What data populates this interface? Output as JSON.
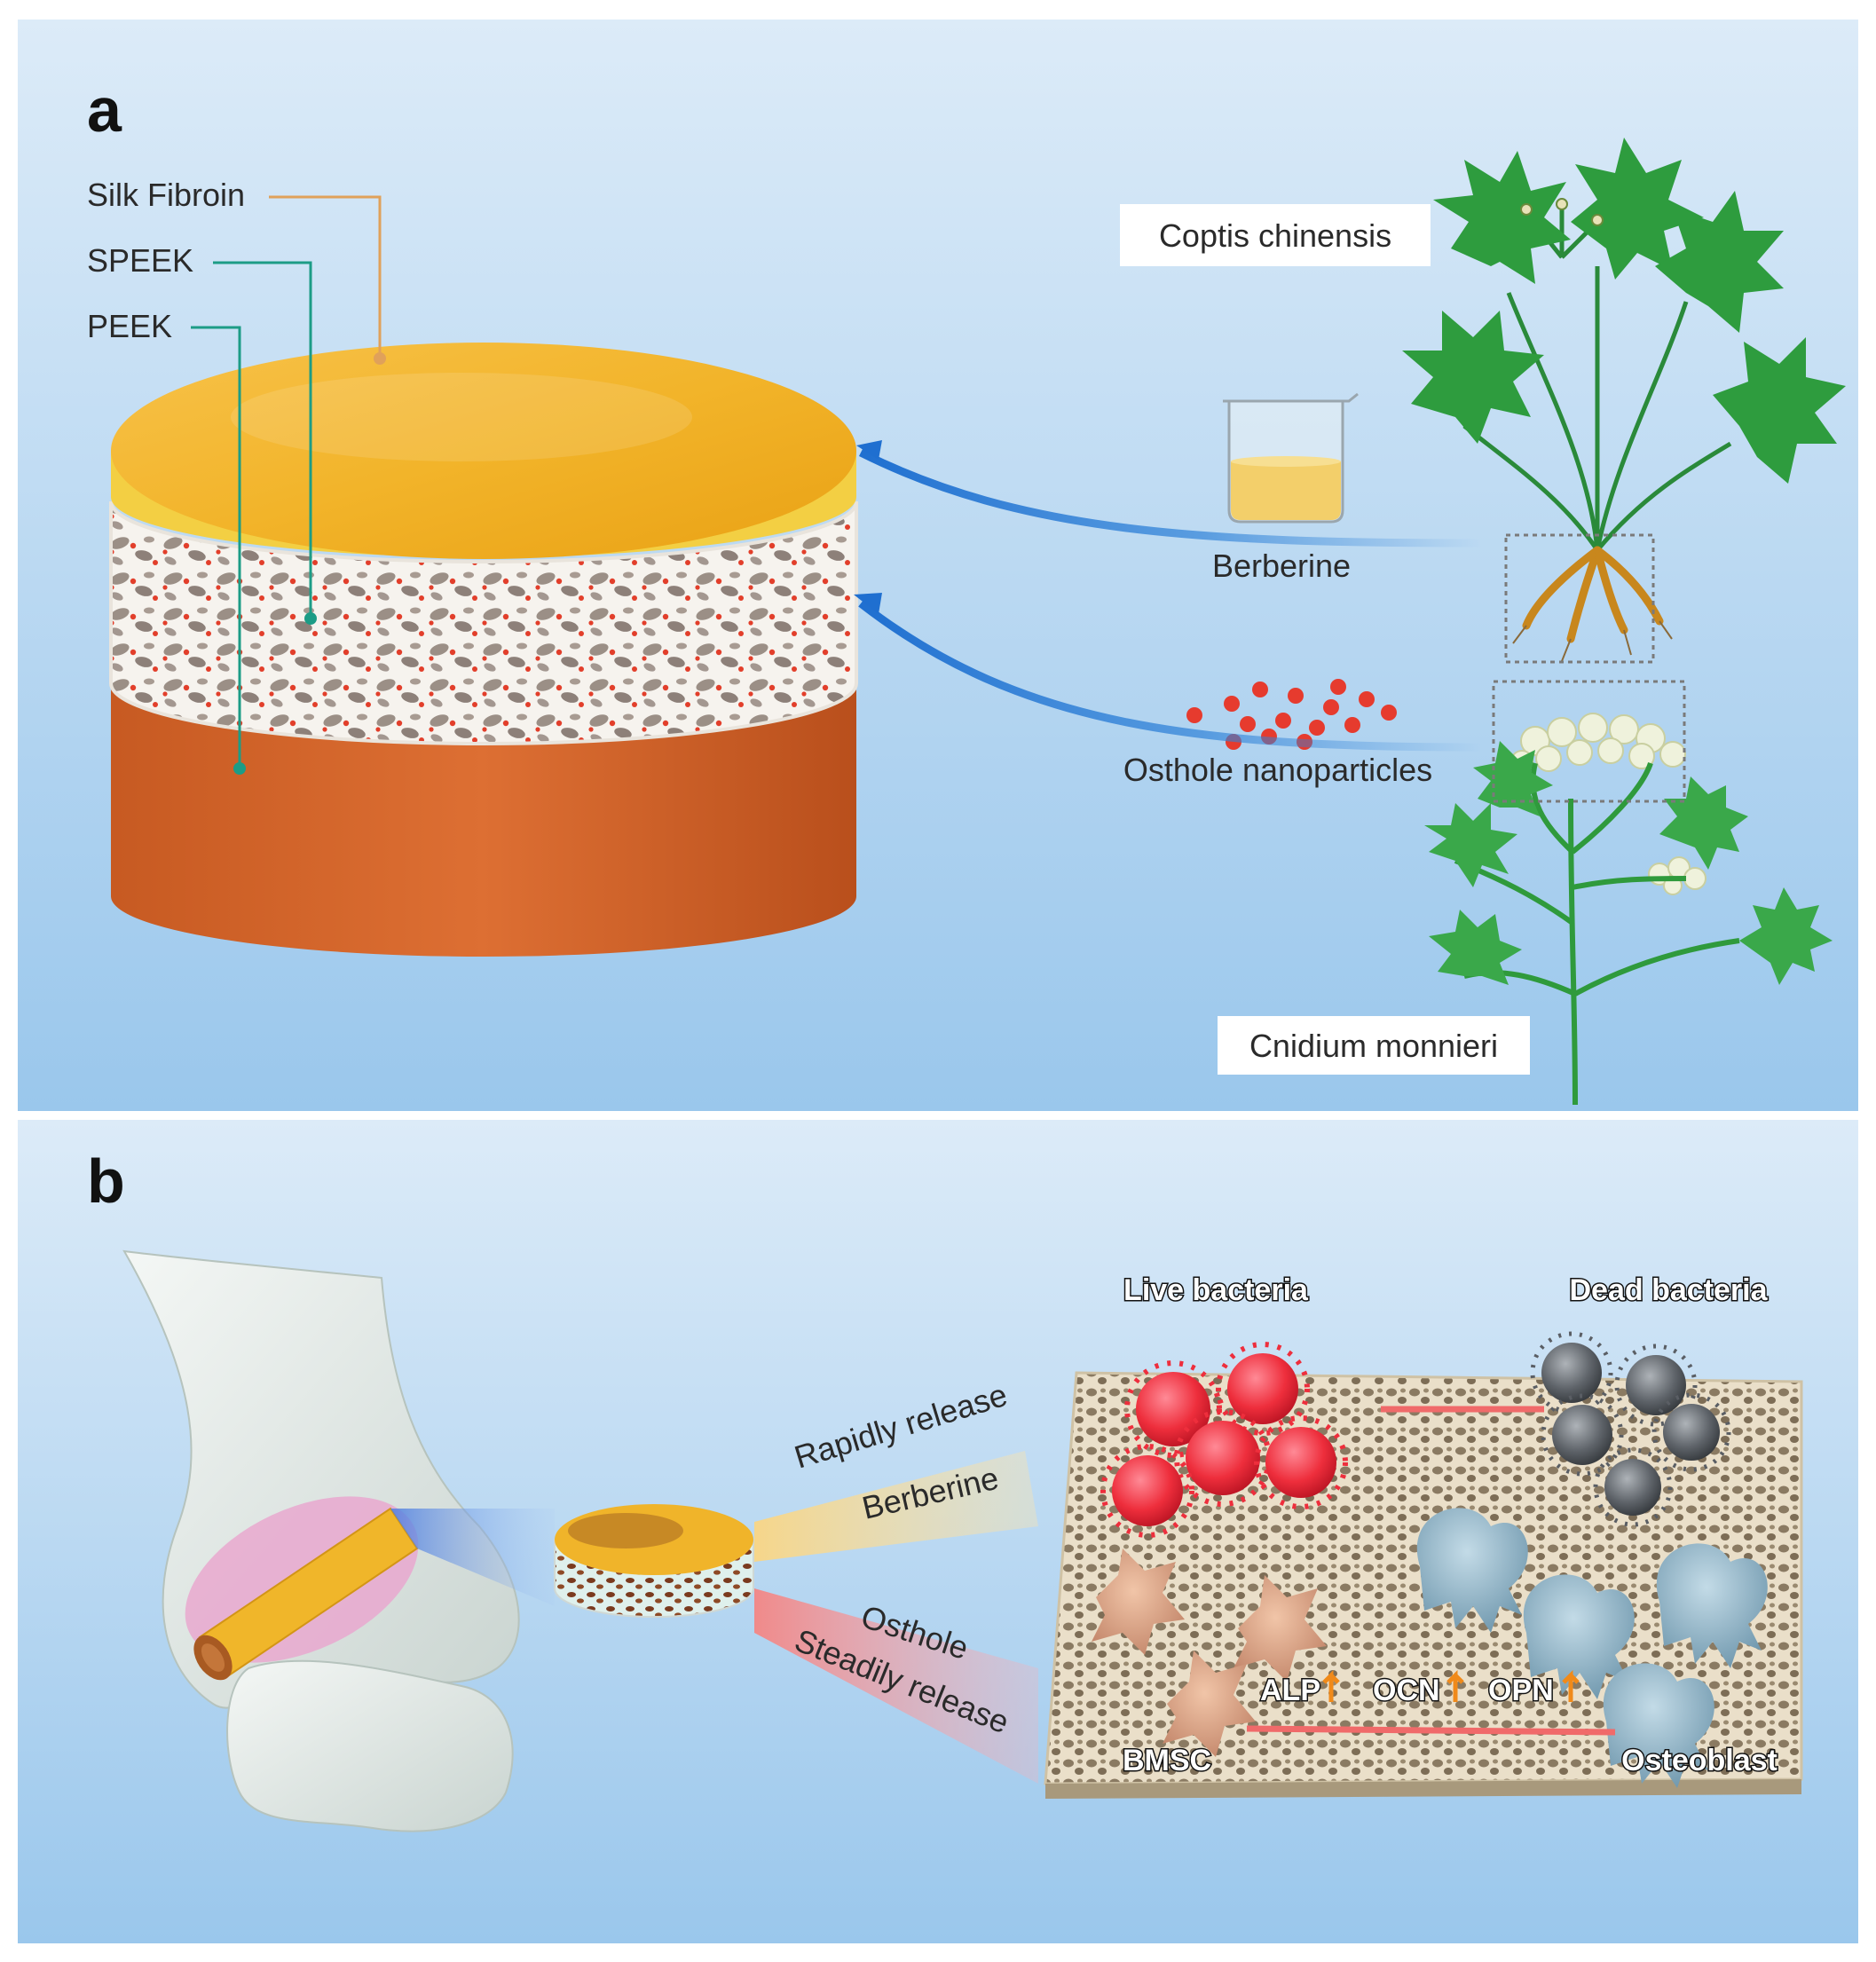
{
  "panel_a": {
    "letter": "a",
    "layers": {
      "silk_fibroin": "Silk Fibroin",
      "speek": "SPEEK",
      "peek": "PEEK"
    },
    "plant_top": "Coptis chinensis",
    "plant_bottom": "Cnidium monnieri",
    "berberine": "Berberine",
    "osthole_np": "Osthole nanoparticles"
  },
  "panel_b": {
    "letter": "b",
    "rapid_release": "Rapidly release",
    "berberine": "Berberine",
    "osthole": "Osthole",
    "steady_release": "Steadily release",
    "live_bacteria": "Live bacteria",
    "dead_bacteria": "Dead bacteria",
    "bmsc": "BMSC",
    "osteoblast": "Osteoblast",
    "markers": [
      "ALP",
      "OCN",
      "OPN"
    ]
  },
  "colors": {
    "bg_top": "#d9e9f7",
    "bg_bottom": "#9cc8ec",
    "silk_yellow": "#f3b523",
    "peek_orange": "#d2652a",
    "speek_white": "#f4f1ec",
    "arrow_blue": "#2f82d8",
    "leader_orange": "#e0a15a",
    "leader_teal": "#1c9c86",
    "particle_red": "#e63b2e",
    "live_red": "#ee2e3c",
    "dead_gray": "#5a5e64",
    "osteoblast_blue": "#8fb4c8",
    "bmsc_tan": "#d8a184"
  }
}
